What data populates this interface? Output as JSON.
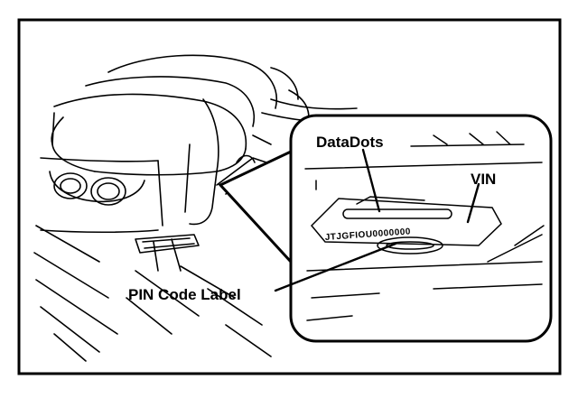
{
  "labels": {
    "datadots": "DataDots",
    "vin": "VIN",
    "pin_code_label": "PIN Code Label",
    "vin_number": "JTJGFIOU0000000"
  },
  "colors": {
    "ink": "#000000",
    "paper": "#ffffff"
  }
}
